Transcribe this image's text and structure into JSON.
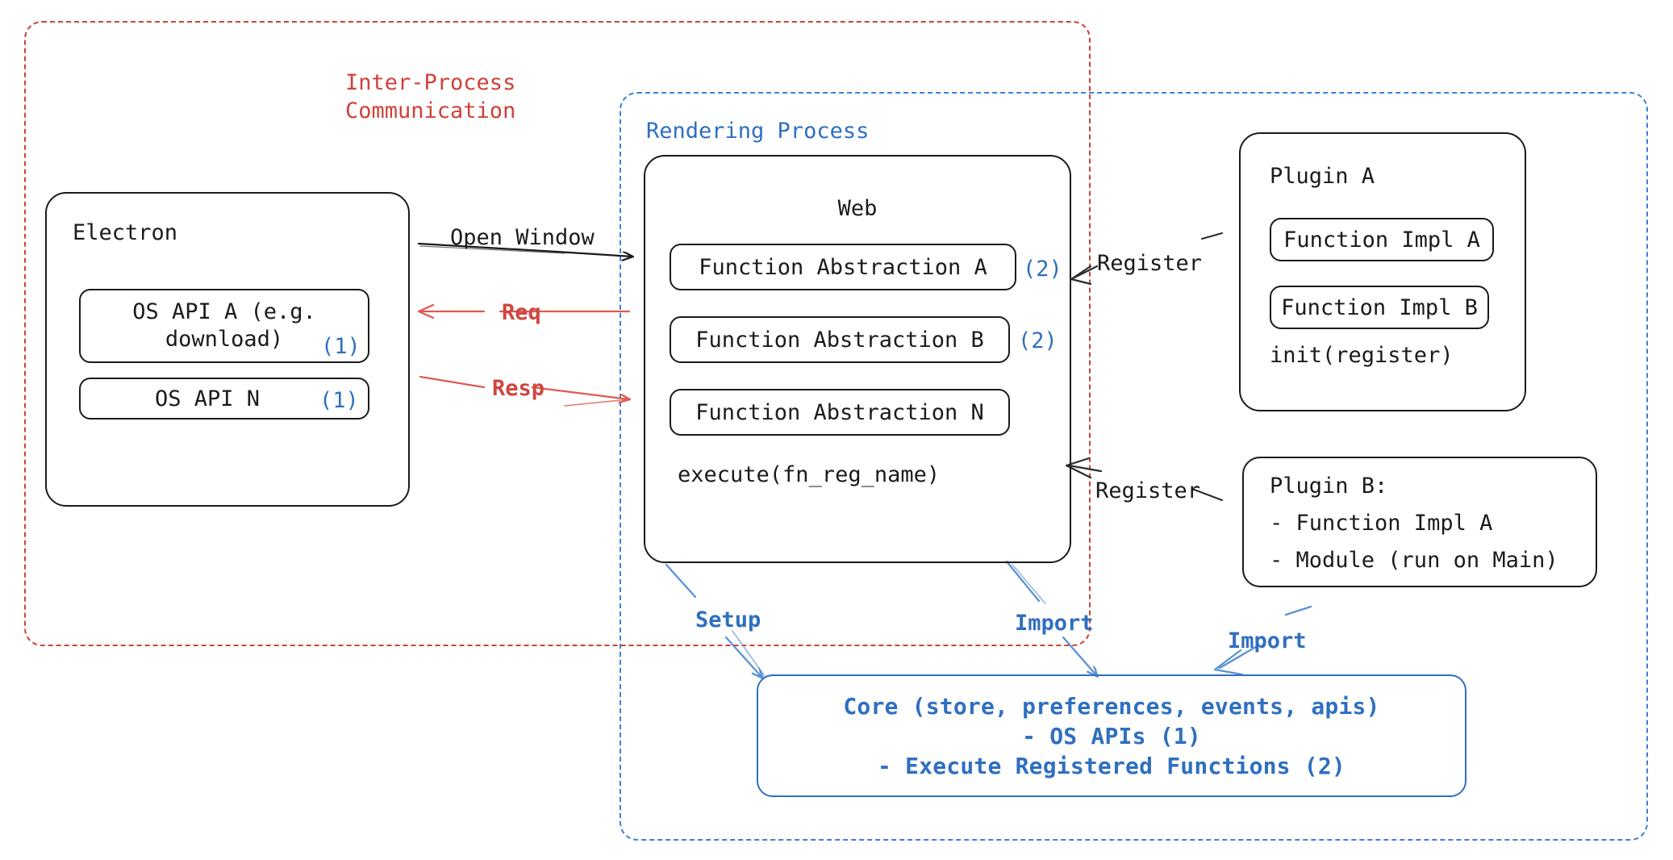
{
  "diagram": {
    "title": "Electron plugin architecture",
    "colors": {
      "ipc_red": "#cf4139",
      "render_blue": "#3b82d6",
      "accent_blue": "#2f6fc0",
      "stroke_black": "#1b1b1b",
      "background": "#ffffff"
    }
  },
  "containers": {
    "ipc": {
      "label_line1": "Inter-Process",
      "label_line2": "Communication"
    },
    "rendering": {
      "label": "Rendering Process"
    }
  },
  "electron": {
    "title": "Electron",
    "apis": [
      {
        "label": "OS API A (e.g.\ndownload)",
        "marker": "(1)"
      },
      {
        "label": "OS API N",
        "marker": "(1)"
      }
    ]
  },
  "web": {
    "title": "Web",
    "functions": [
      {
        "label": "Function Abstraction A",
        "marker": "(2)"
      },
      {
        "label": "Function Abstraction B",
        "marker": "(2)"
      },
      {
        "label": "Function Abstraction N",
        "marker": ""
      }
    ],
    "execute": "execute(fn_reg_name)"
  },
  "plugin_a": {
    "title": "Plugin A",
    "items": [
      "Function Impl A",
      "Function Impl B"
    ],
    "init": "init(register)"
  },
  "plugin_b": {
    "lines": [
      "Plugin B:",
      "- Function Impl A",
      "- Module (run on Main)"
    ]
  },
  "core": {
    "line1": "Core (store, preferences, events, apis)",
    "line2": "- OS APIs (1)",
    "line3": "- Execute Registered Functions (2)"
  },
  "edges": {
    "open_window": "Open Window",
    "req": "Req",
    "resp": "Resp",
    "register_a": "Register",
    "register_b": "Register",
    "setup": "Setup",
    "import_web": "Import",
    "import_plugin_b": "Import"
  }
}
